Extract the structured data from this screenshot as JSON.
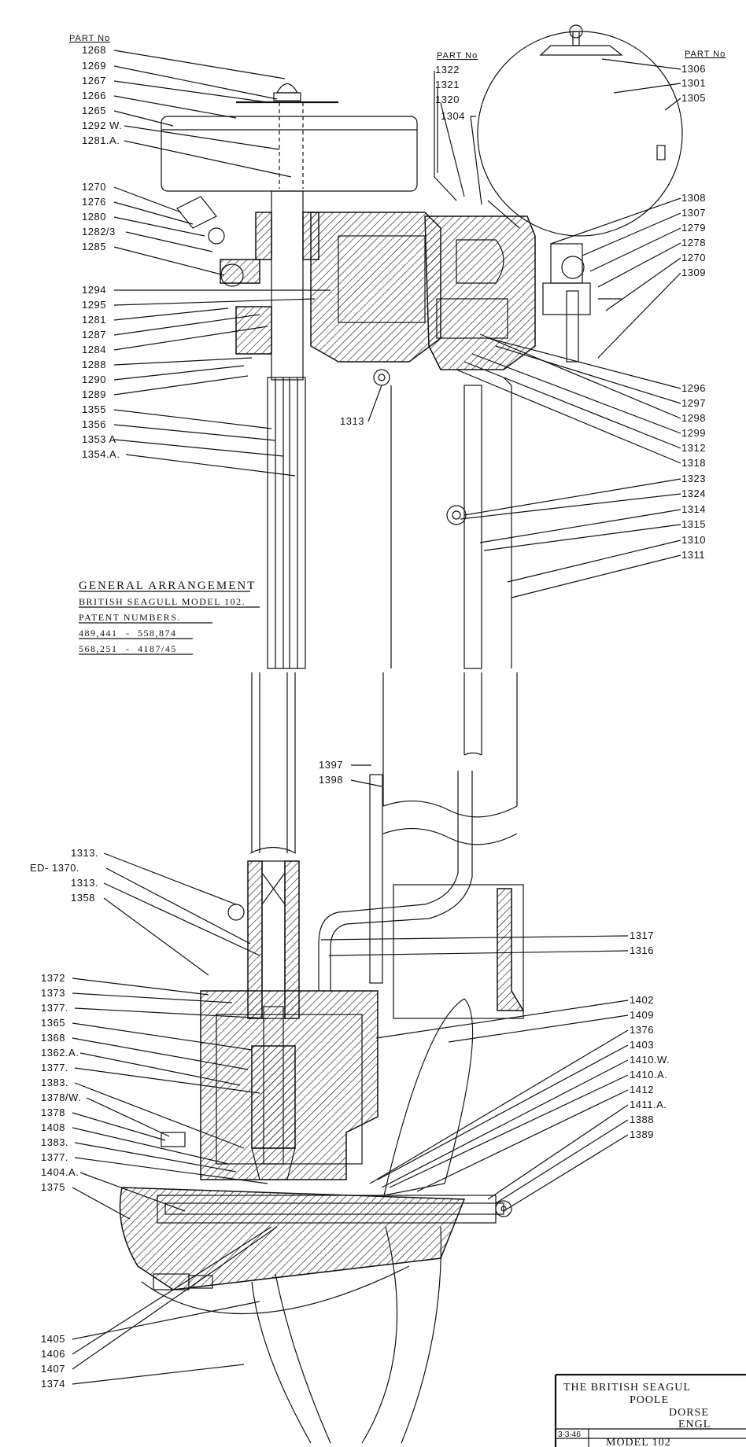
{
  "headers": {
    "part_no_left": "PART No",
    "part_no_mid": "PART No",
    "part_no_right": "PART No"
  },
  "left_top_labels": [
    "1268",
    "1269",
    "1267",
    "1266",
    "1265",
    "1292 W.",
    "1281.A."
  ],
  "left_mid_labels": [
    "1270",
    "1276",
    "1280",
    "1282/3",
    "1285",
    "1294",
    "1295",
    "1281",
    "1287",
    "1284",
    "1288",
    "1290",
    "1289",
    "1355",
    "1356",
    "1353 A",
    "1354.A."
  ],
  "mid_labels": [
    "1322",
    "1321",
    "1320",
    "1304"
  ],
  "right_top_labels": [
    "1306",
    "1301",
    "1305"
  ],
  "right_mid_labels": [
    "1308",
    "1307",
    "1279",
    "1278",
    "1270",
    "1309"
  ],
  "right_lower_labels": [
    "1296",
    "1297",
    "1298",
    "1299",
    "1312",
    "1318",
    "1323",
    "1324",
    "1314",
    "1315",
    "1310",
    "1311"
  ],
  "label_1313_upper": "1313",
  "general_arrangement": {
    "title": "GENERAL ARRANGEMENT",
    "model": "BRITISH SEAGULL MODEL 102.",
    "patent": "PATENT NUMBERS.",
    "patent_line1_a": "489,441",
    "patent_line1_b": "558,874",
    "patent_line2_a": "568,251",
    "patent_line2_b": "4187/45"
  },
  "mid_lower_labels": [
    "1397",
    "1398"
  ],
  "lower_left_labels": [
    "1313.",
    "ED- 1370.",
    "1313.",
    "1358",
    "1372",
    "1373",
    "1377.",
    "1365",
    "1368",
    "1362.A.",
    "1377.",
    "1383.",
    "1378/W.",
    "1378",
    "1408",
    "1383.",
    "1377.",
    "1404.A.",
    "1375"
  ],
  "lower_right_labels": [
    "1317",
    "1316",
    "1402",
    "1409",
    "1376",
    "1403",
    "1410.W.",
    "1410.A.",
    "1412",
    "1411.A.",
    "1388",
    "1389"
  ],
  "bottom_left_labels": [
    "1405",
    "1406",
    "1407",
    "1374"
  ],
  "title_block": {
    "company": "THE BRITISH SEAGUL",
    "town": "POOLE",
    "county": "DORSE",
    "country": "ENGL",
    "date": "3-3-46",
    "model": "MODEL 102"
  }
}
